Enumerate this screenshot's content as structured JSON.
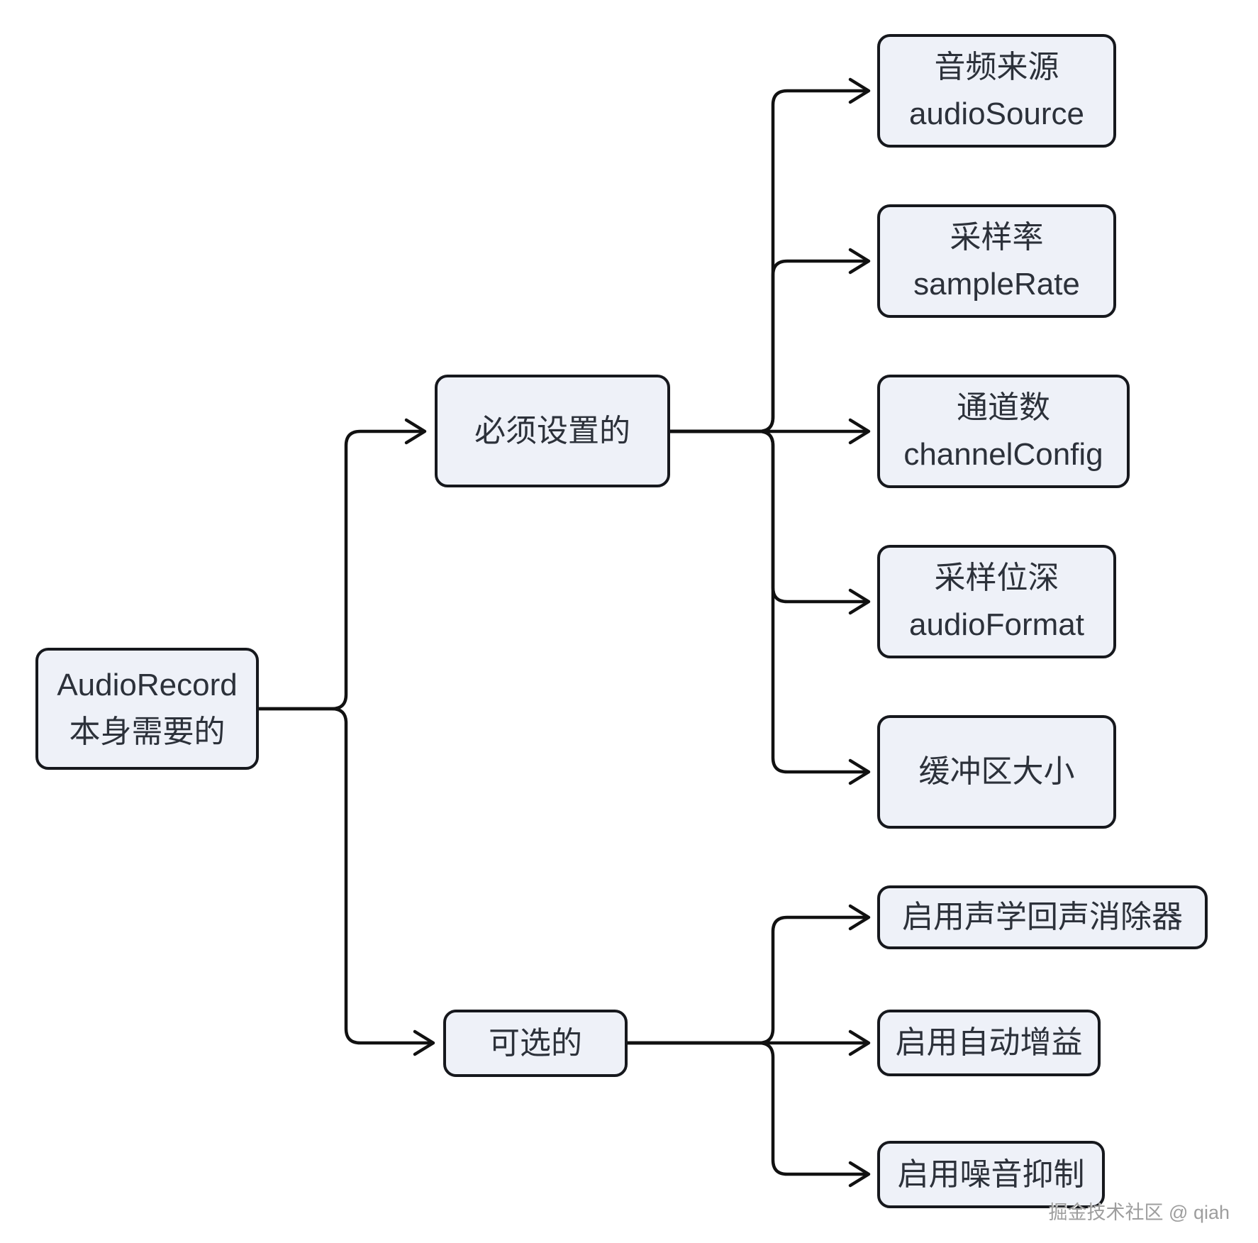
{
  "diagram": {
    "root": {
      "line1": "AudioRecord",
      "line2": "本身需要的"
    },
    "branches": [
      {
        "label": "必须设置的",
        "children": [
          {
            "line1": "音频来源",
            "line2": "audioSource"
          },
          {
            "line1": "采样率",
            "line2": "sampleRate"
          },
          {
            "line1": "通道数",
            "line2": "channelConfig"
          },
          {
            "line1": "采样位深",
            "line2": "audioFormat"
          },
          {
            "line1": "缓冲区大小"
          }
        ]
      },
      {
        "label": "可选的",
        "children": [
          {
            "line1": "启用声学回声消除器"
          },
          {
            "line1": "启用自动增益"
          },
          {
            "line1": "启用噪音抑制"
          }
        ]
      }
    ],
    "watermark": "掘金技术社区 @ qiah",
    "colors": {
      "background": "#ffffff",
      "node_fill": "#eef1f8",
      "node_border": "#16181d",
      "connector": "#111111",
      "text": "#2c313a",
      "watermark_text": "#9e9e9e"
    }
  }
}
